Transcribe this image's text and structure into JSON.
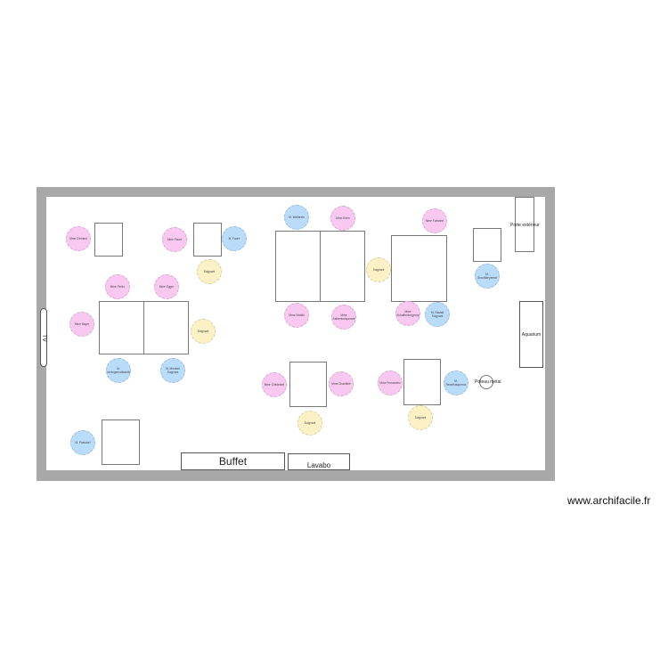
{
  "colors": {
    "wall": "#a8a8a8",
    "mme": "#f8c8f0",
    "m": "#b8dcfa",
    "soignant": "#fbf1c4"
  },
  "seats": [
    {
      "label": "Mme Clement",
      "kind": "mme"
    },
    {
      "label": "Mme Faure",
      "kind": "mme"
    },
    {
      "label": "M. Faure",
      "kind": "m"
    },
    {
      "label": "Soignant",
      "kind": "soignant"
    },
    {
      "label": "Mme Pedro",
      "kind": "mme"
    },
    {
      "label": "Mme Egger",
      "kind": "mme"
    },
    {
      "label": "Mme Bayer",
      "kind": "mme"
    },
    {
      "label": "Soignant",
      "kind": "soignant"
    },
    {
      "label": "M. Horningerhofstaetter",
      "kind": "m"
    },
    {
      "label": "M. Meuthel Soignant",
      "kind": "m"
    },
    {
      "label": "M. Passdorf",
      "kind": "m"
    },
    {
      "label": "M. Wollbrein",
      "kind": "m"
    },
    {
      "label": "Mme Eden",
      "kind": "mme"
    },
    {
      "label": "Soignant",
      "kind": "soignant"
    },
    {
      "label": "Mme Matelli",
      "kind": "mme"
    },
    {
      "label": "Mme Kalbenbolsperant",
      "kind": "mme"
    },
    {
      "label": "Mme Fontaine",
      "kind": "mme"
    },
    {
      "label": "Mme Schaffenburgerop",
      "kind": "mme"
    },
    {
      "label": "M. Rastall Soignant",
      "kind": "m"
    },
    {
      "label": "M. Grochtdepernot",
      "kind": "m"
    },
    {
      "label": "Mme Childebert",
      "kind": "mme"
    },
    {
      "label": "Mme Chantilbé",
      "kind": "mme"
    },
    {
      "label": "Soignant",
      "kind": "soignant"
    },
    {
      "label": "Mme Fernandez",
      "kind": "mme"
    },
    {
      "label": "M. Reonfhdupernot",
      "kind": "m"
    },
    {
      "label": "Soignant",
      "kind": "soignant"
    }
  ],
  "fixtures": {
    "buffet": "Buffet",
    "lavabo": "Lavabo",
    "aquarium": "Aquarium",
    "porte": "Porte extérieur",
    "poteau": "Poteau métal",
    "tv": "TV"
  },
  "watermark": "www.archifacile.fr"
}
